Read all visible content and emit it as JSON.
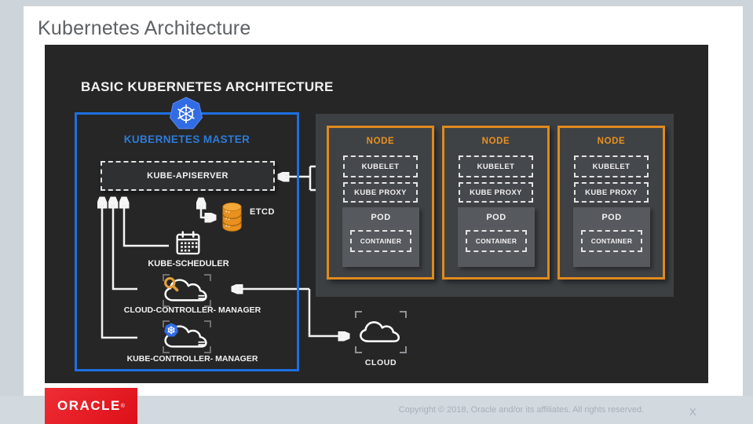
{
  "page": {
    "title": "Kubernetes Architecture"
  },
  "diagram": {
    "heading": "BASIC KUBERNETES ARCHITECTURE",
    "master": {
      "label": "KUBERNETES MASTER",
      "apiserver": "KUBE-APISERVER",
      "etcd": "ETCD",
      "scheduler": "KUBE-SCHEDULER",
      "cloud_controller_manager": "CLOUD-CONTROLLER- MANAGER",
      "kube_controller_manager": "KUBE-CONTROLLER- MANAGER"
    },
    "nodes": [
      {
        "title": "NODE",
        "kubelet": "KUBELET",
        "kube_proxy": "KUBE PROXY",
        "pod": "POD",
        "container": "CONTAINER"
      },
      {
        "title": "NODE",
        "kubelet": "KUBELET",
        "kube_proxy": "KUBE PROXY",
        "pod": "POD",
        "container": "CONTAINER"
      },
      {
        "title": "NODE",
        "kubelet": "KUBELET",
        "kube_proxy": "KUBE PROXY",
        "pod": "POD",
        "container": "CONTAINER"
      }
    ],
    "cloud_label": "CLOUD"
  },
  "footer": {
    "brand": "ORACLE",
    "brand_reg": "®",
    "copyright": "Copyright © 2018, Oracle and/or its affiliates. All rights reserved.",
    "close_label": "X"
  },
  "colors": {
    "master_border_blue": "#1E6FE0",
    "master_label_blue": "#2E7BD8",
    "node_orange": "#E8921F",
    "kubernetes_blue": "#326CE5",
    "etcd_orange": "#E8911E",
    "oracle_red": "#E2171E",
    "canvas_background": "#262626"
  }
}
